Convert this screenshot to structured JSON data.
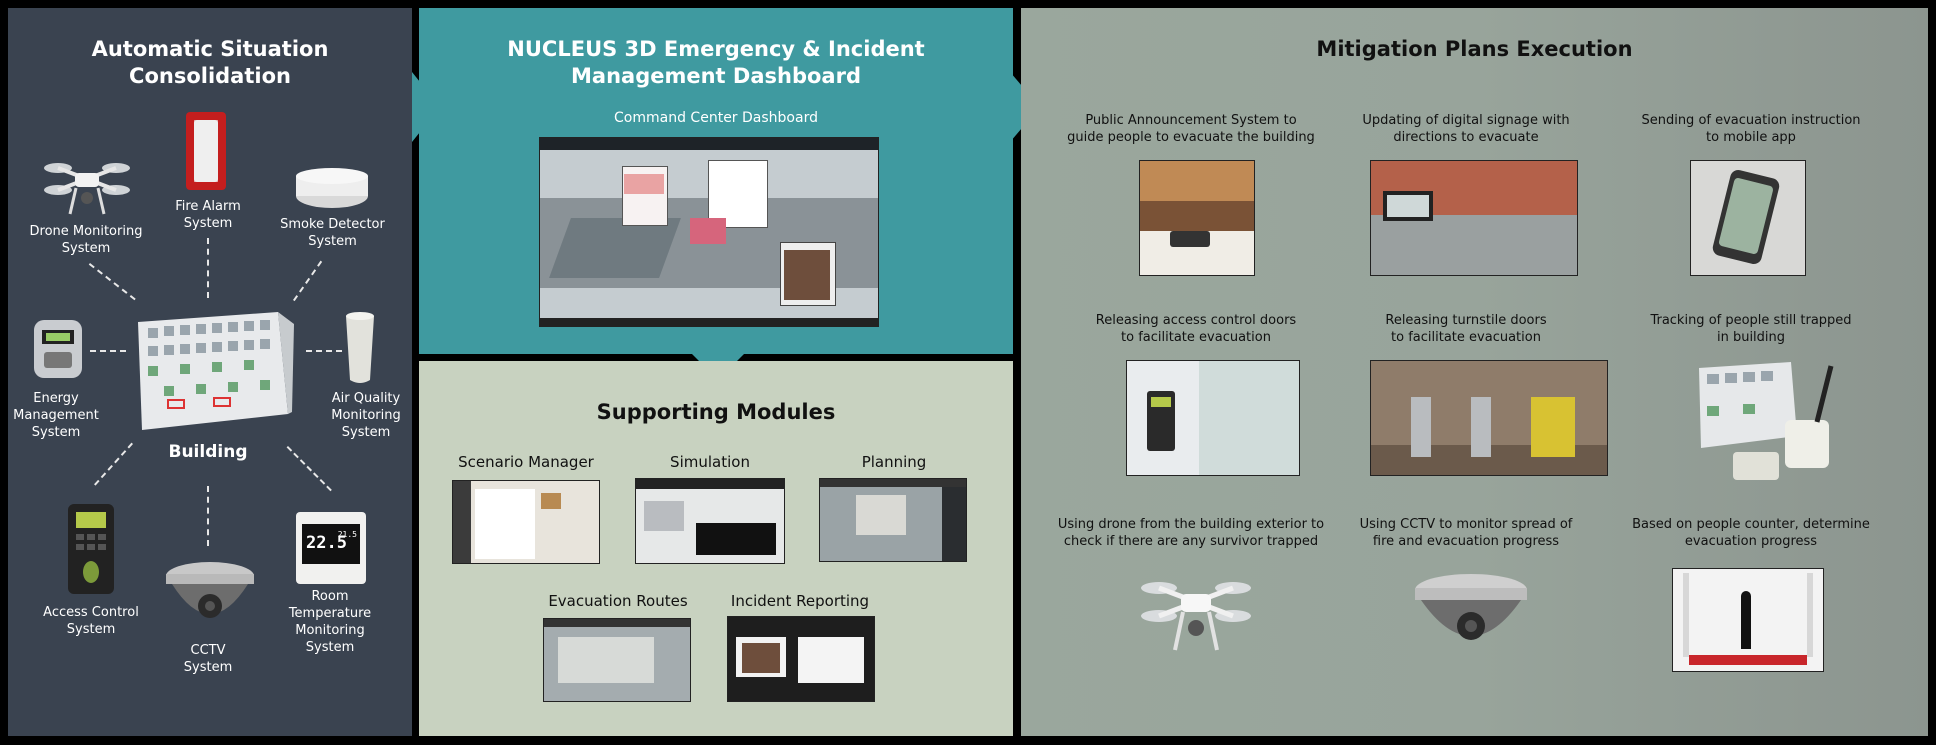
{
  "left": {
    "title": "Automatic Situation Consolidation",
    "center_label": "Building",
    "items": {
      "drone": "Drone Monitoring\nSystem",
      "fire": "Fire Alarm\nSystem",
      "smoke": "Smoke Detector\nSystem",
      "energy": "Energy\nManagement\nSystem",
      "air": "Air Quality\nMonitoring\nSystem",
      "access": "Access Control\nSystem",
      "cctv": "CCTV\nSystem",
      "room": "Room\nTemperature\nMonitoring\nSystem"
    },
    "thermostat_reading": "22.5",
    "thermostat_small": "21.5"
  },
  "center": {
    "title": "NUCLEUS 3D Emergency & Incident\nManagement Dashboard",
    "subtitle": "Command Center Dashboard",
    "supporting_title": "Supporting Modules",
    "modules": {
      "scenario": "Scenario Manager",
      "simulation": "Simulation",
      "planning": "Planning",
      "evacuation": "Evacuation Routes",
      "incident": "Incident Reporting"
    }
  },
  "right": {
    "title": "Mitigation Plans Execution",
    "items": {
      "pa": "Public Announcement System to\nguide people to evacuate the building",
      "signage": "Updating of digital signage with\ndirections to evacuate",
      "mobile": "Sending of evacuation instruction\nto mobile app",
      "doors": "Releasing access control doors\nto facilitate evacuation",
      "turnstile": "Releasing turnstile doors\nto facilitate evacuation",
      "tracking": "Tracking of people still trapped\nin building",
      "drone": "Using drone from the building exterior to\ncheck if there are any survivor trapped",
      "cctv": "Using CCTV to monitor spread of\nfire and evacuation progress",
      "counter": "Based on people counter, determine\nevacuation progress"
    }
  },
  "colors": {
    "left_bg": "#3a4350",
    "center_top_bg": "#3f9aa0",
    "center_bottom_bg": "#c8d2c0",
    "right_bg": "#98a49b"
  }
}
